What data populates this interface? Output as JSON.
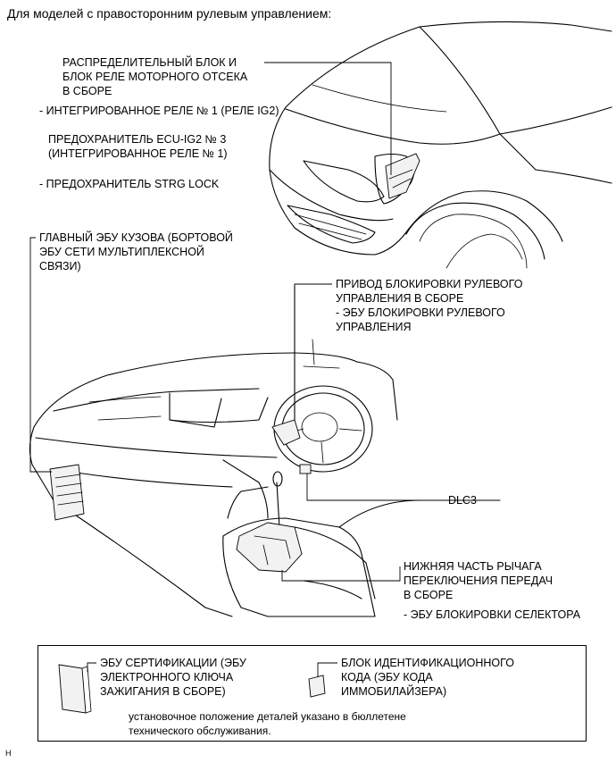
{
  "title": "Для моделей с правосторонним рулевым управлением:",
  "labels": {
    "junction_block": [
      "РАСПРЕДЕЛИТЕЛЬНЫЙ БЛОК И",
      "БЛОК РЕЛЕ МОТОРНОГО ОТСЕКА",
      "В СБОРЕ"
    ],
    "integrated_relay": "- ИНТЕГРИРОВАННОЕ РЕЛЕ № 1 (РЕЛЕ IG2)",
    "ecu_ig2_fuse": [
      "ПРЕДОХРАНИТЕЛЬ ECU-IG2 № 3",
      "(ИНТЕГРИРОВАННОЕ РЕЛЕ № 1)"
    ],
    "strg_lock_fuse": "- ПРЕДОХРАНИТЕЛЬ STRG LOCK",
    "main_body_ecu": [
      "ГЛАВНЫЙ ЭБУ КУЗОВА (БОРТОВОЙ",
      "ЭБУ СЕТИ МУЛЬТИПЛЕКСНОЙ",
      "СВЯЗИ)"
    ],
    "steering_lock": [
      "ПРИВОД БЛОКИРОВКИ РУЛЕВОГО",
      "УПРАВЛЕНИЯ В СБОРЕ",
      "- ЭБУ БЛОКИРОВКИ РУЛЕВОГО",
      "УПРАВЛЕНИЯ"
    ],
    "dlc3": "DLC3",
    "shift_lever": [
      "НИЖНЯЯ ЧАСТЬ РЫЧАГА",
      "ПЕРЕКЛЮЧЕНИЯ ПЕРЕДАЧ",
      "В СБОРЕ"
    ],
    "shift_lock_ecu": "- ЭБУ БЛОКИРОВКИ СЕЛЕКТОРА"
  },
  "legend": {
    "certification_ecu": [
      "ЭБУ СЕРТИФИКАЦИИ (ЭБУ",
      "ЭЛЕКТРОННОГО КЛЮЧА",
      "ЗАЖИГАНИЯ В СБОРЕ)"
    ],
    "id_block": [
      "БЛОК ИДЕНТИФИКАЦИОННОГО",
      "КОДА (ЭБУ КОДА",
      "ИММОБИЛАЙЗЕРА)"
    ],
    "note": [
      "установочное положение деталей указано в бюллетене",
      "технического обслуживания."
    ]
  },
  "footer_code": "H"
}
